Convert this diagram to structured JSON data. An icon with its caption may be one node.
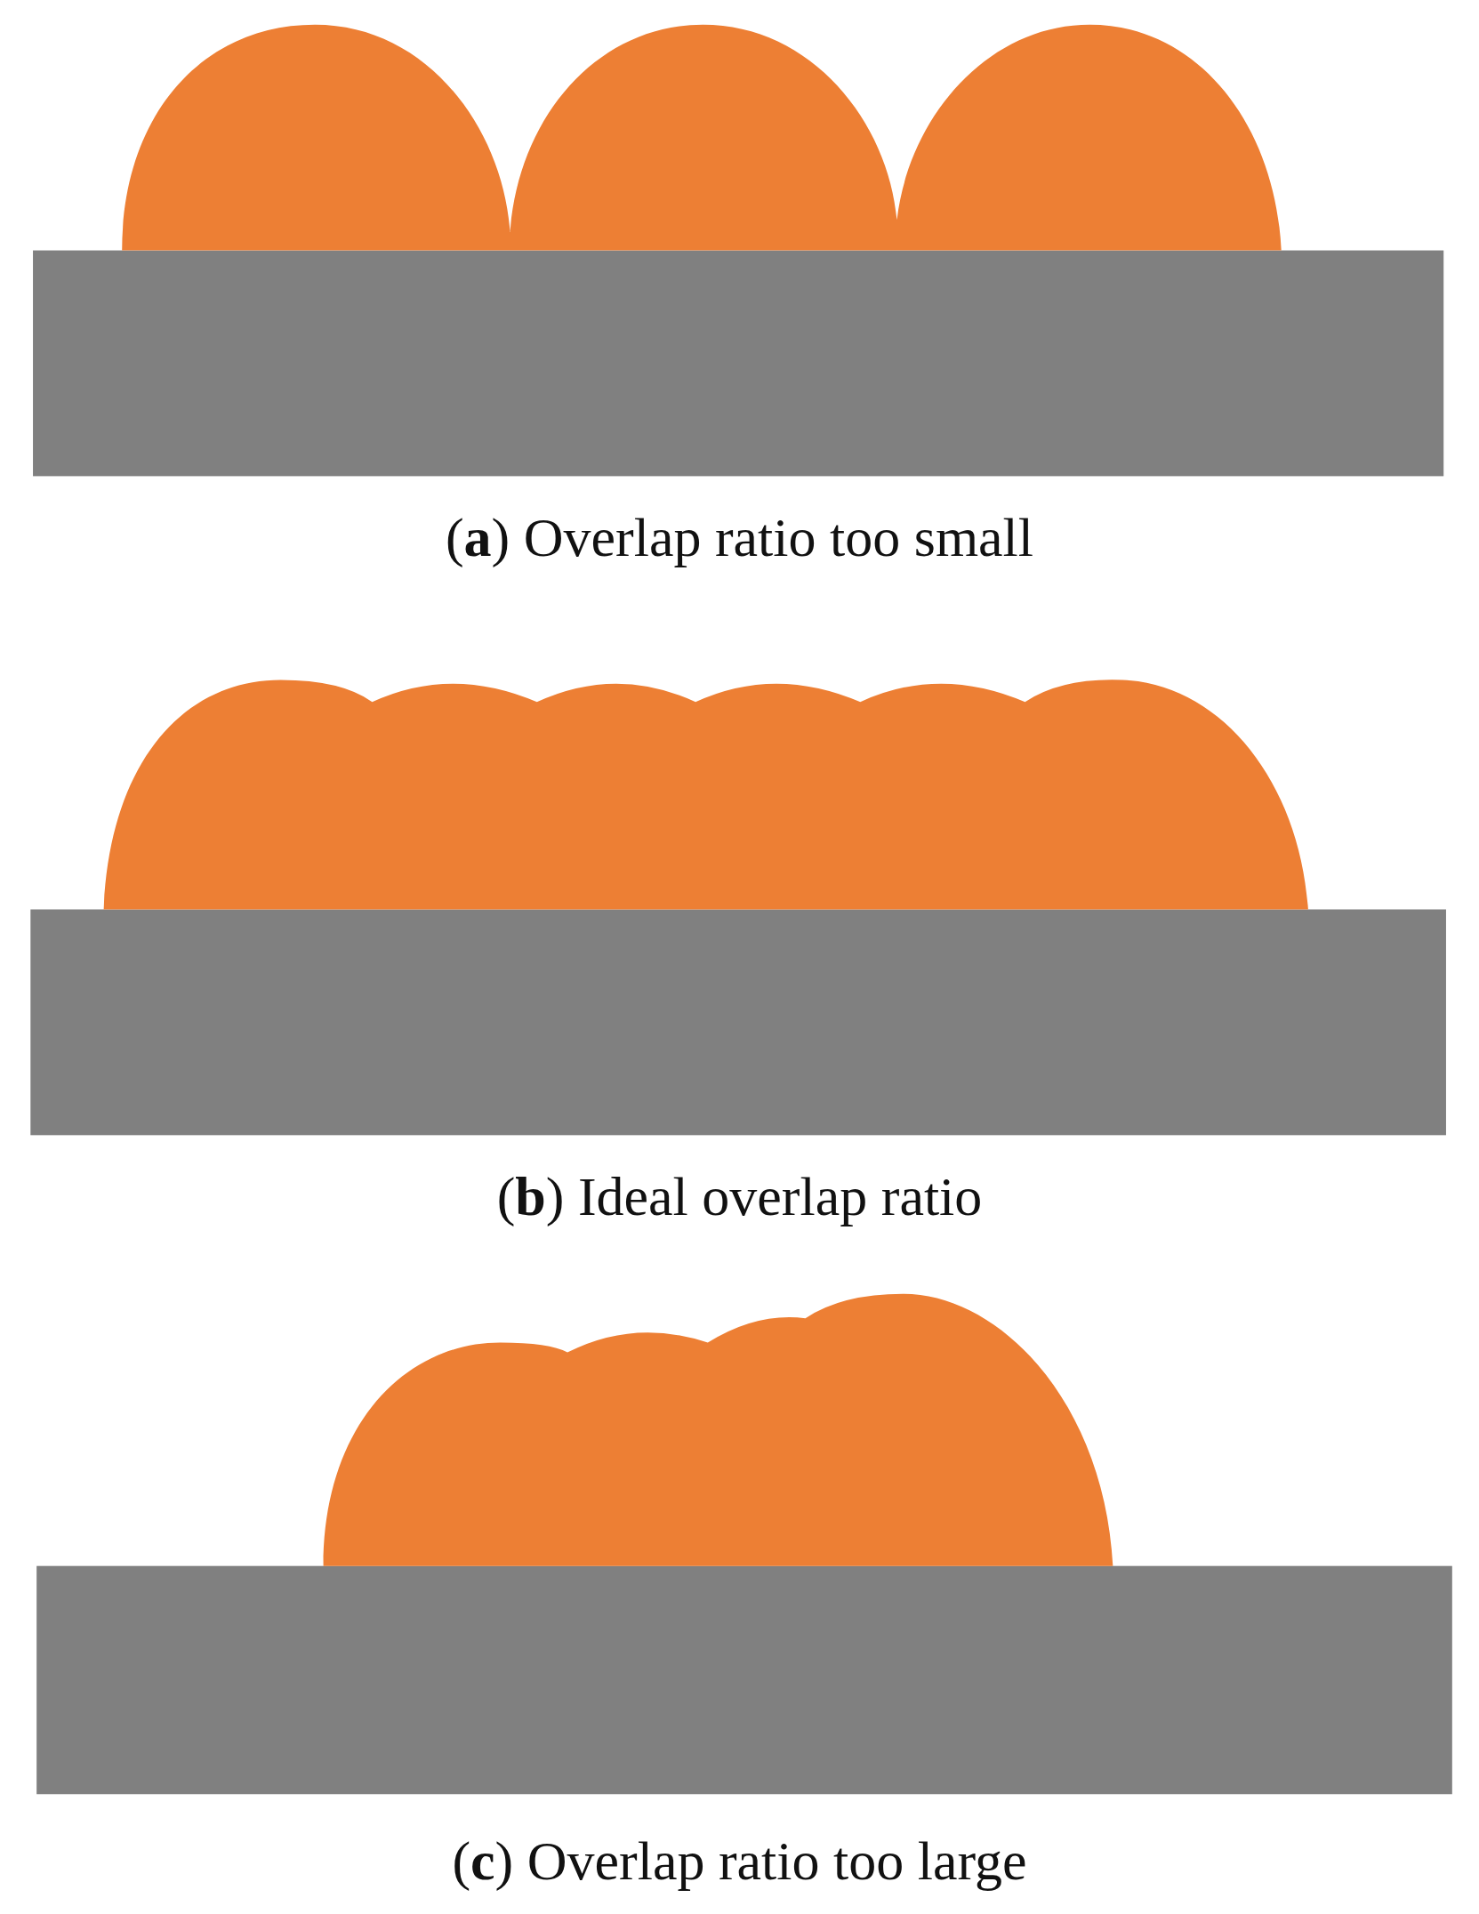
{
  "diagram": {
    "labels": [
      "(**a**) Overlap ratio too small",
      "(**b**) Ideal overlap ratio",
      "(**c**) Overlap ratio too large"
    ]
  }
}
